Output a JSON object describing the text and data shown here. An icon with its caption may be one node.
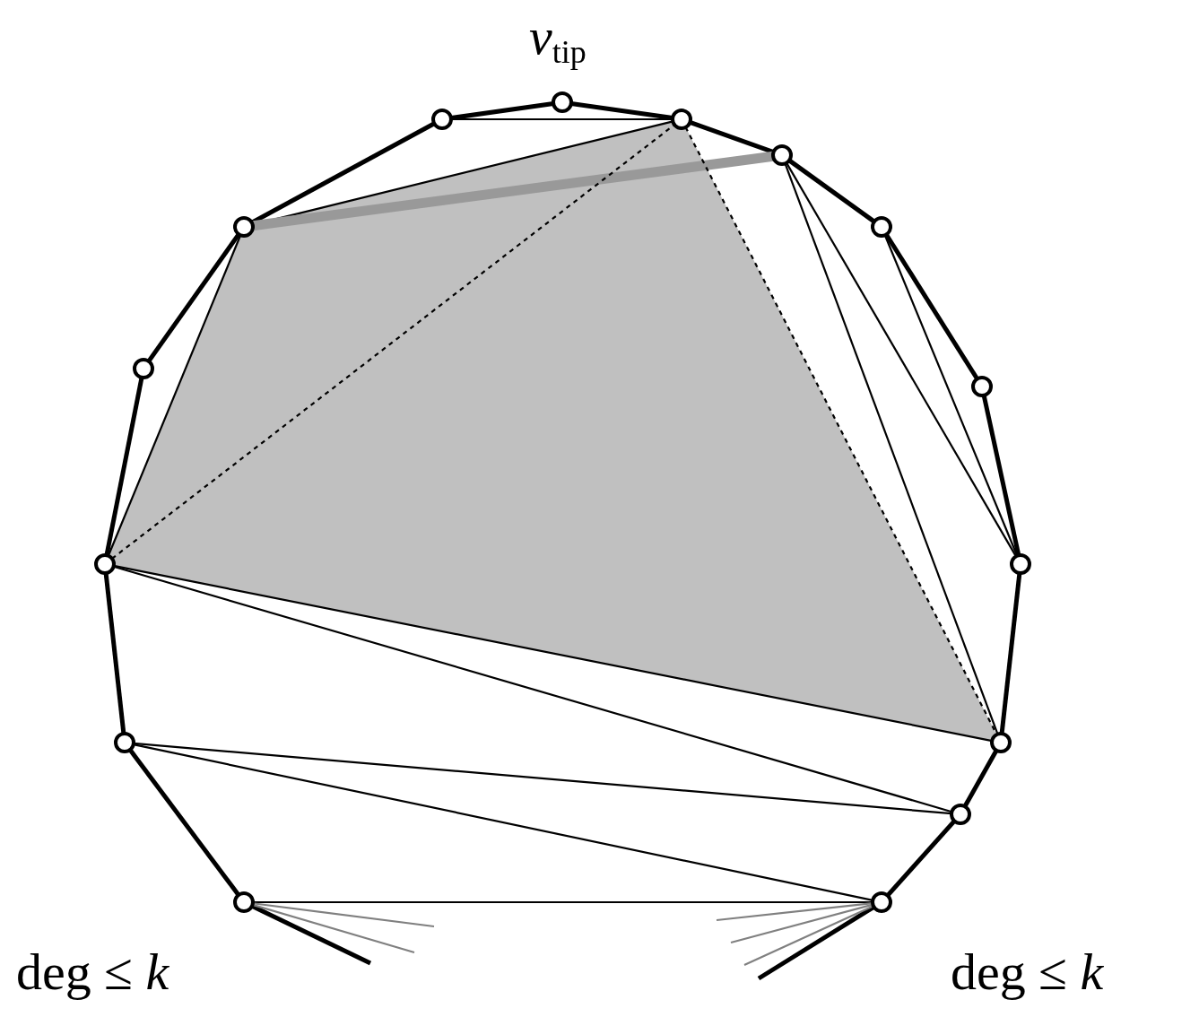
{
  "diagram": {
    "nodes": [
      {
        "text": [],
        "shape": "circle",
        "beside": [
          "*v*$_{tip}$"
        ]
      },
      {
        "text": [],
        "shape": "circle"
      },
      {
        "text": [],
        "shape": "circle"
      },
      {
        "text": [],
        "shape": "circle"
      },
      {
        "text": [],
        "shape": "circle"
      },
      {
        "text": [],
        "shape": "circle"
      },
      {
        "text": [],
        "shape": "circle"
      },
      {
        "text": [],
        "shape": "circle"
      },
      {
        "text": [],
        "shape": "circle",
        "beside": [
          "deg ≤ *k*"
        ]
      },
      {
        "text": [],
        "shape": "circle",
        "beside": [
          "deg ≤ *k*"
        ]
      },
      {
        "text": [],
        "shape": "circle"
      },
      {
        "text": [],
        "shape": "circle"
      },
      {
        "text": [],
        "shape": "circle"
      },
      {
        "text": [],
        "shape": "circle"
      },
      {
        "text": [],
        "shape": "circle"
      }
    ],
    "edges": [
      {
        "from": 14,
        "to": 0,
        "arrow": "none",
        "style": "thick"
      },
      {
        "from": 0,
        "to": 1,
        "arrow": "none",
        "style": "thick"
      },
      {
        "from": 1,
        "to": 2,
        "arrow": "none",
        "style": "thick"
      },
      {
        "from": 2,
        "to": 3,
        "arrow": "none",
        "style": "thick"
      },
      {
        "from": 3,
        "to": 4,
        "arrow": "none",
        "style": "thick"
      },
      {
        "from": 4,
        "to": 5,
        "arrow": "none",
        "style": "thick"
      },
      {
        "from": 5,
        "to": 6,
        "arrow": "none",
        "style": "thick"
      },
      {
        "from": 6,
        "to": 7,
        "arrow": "none",
        "style": "thick"
      },
      {
        "from": 7,
        "to": 8,
        "arrow": "none",
        "style": "thick"
      },
      {
        "from": 9,
        "to": 10,
        "arrow": "none",
        "style": "thick"
      },
      {
        "from": 10,
        "to": 11,
        "arrow": "none",
        "style": "thick"
      },
      {
        "from": 11,
        "to": 12,
        "arrow": "none",
        "style": "thick"
      },
      {
        "from": 12,
        "to": 13,
        "arrow": "none",
        "style": "thick"
      },
      {
        "from": 13,
        "to": 14,
        "arrow": "none",
        "style": "thick"
      },
      {
        "from": 14,
        "to": 1,
        "arrow": "none"
      },
      {
        "from": 13,
        "to": 1,
        "arrow": "none"
      },
      {
        "from": 13,
        "to": 2,
        "arrow": "none",
        "style": "thick",
        "color": "#999999"
      },
      {
        "from": 13,
        "to": 11,
        "arrow": "none"
      },
      {
        "from": 11,
        "to": 1,
        "arrow": "none",
        "style": "dashed"
      },
      {
        "from": 1,
        "to": 6,
        "arrow": "none",
        "style": "dashed"
      },
      {
        "from": 2,
        "to": 5,
        "arrow": "none"
      },
      {
        "from": 2,
        "to": 6,
        "arrow": "none"
      },
      {
        "from": 3,
        "to": 5,
        "arrow": "none"
      },
      {
        "from": 11,
        "to": 6,
        "arrow": "none"
      },
      {
        "from": 11,
        "to": 7,
        "arrow": "none"
      },
      {
        "from": 10,
        "to": 7,
        "arrow": "none"
      },
      {
        "from": 10,
        "to": 8,
        "arrow": "none"
      },
      {
        "from": 9,
        "to": 8,
        "arrow": "none"
      },
      {
        "from": 9,
        "to": null,
        "arrow": "none",
        "style": "thick"
      },
      {
        "from": 9,
        "to": null,
        "arrow": "none",
        "color": "#808080"
      },
      {
        "from": 9,
        "to": null,
        "arrow": "none",
        "color": "#808080"
      },
      {
        "from": 8,
        "to": null,
        "arrow": "none",
        "style": "thick"
      },
      {
        "from": 8,
        "to": null,
        "arrow": "none",
        "color": "#808080"
      },
      {
        "from": 8,
        "to": null,
        "arrow": "none",
        "color": "#808080"
      },
      {
        "from": 8,
        "to": null,
        "arrow": "none",
        "color": "#808080"
      }
    ]
  }
}
